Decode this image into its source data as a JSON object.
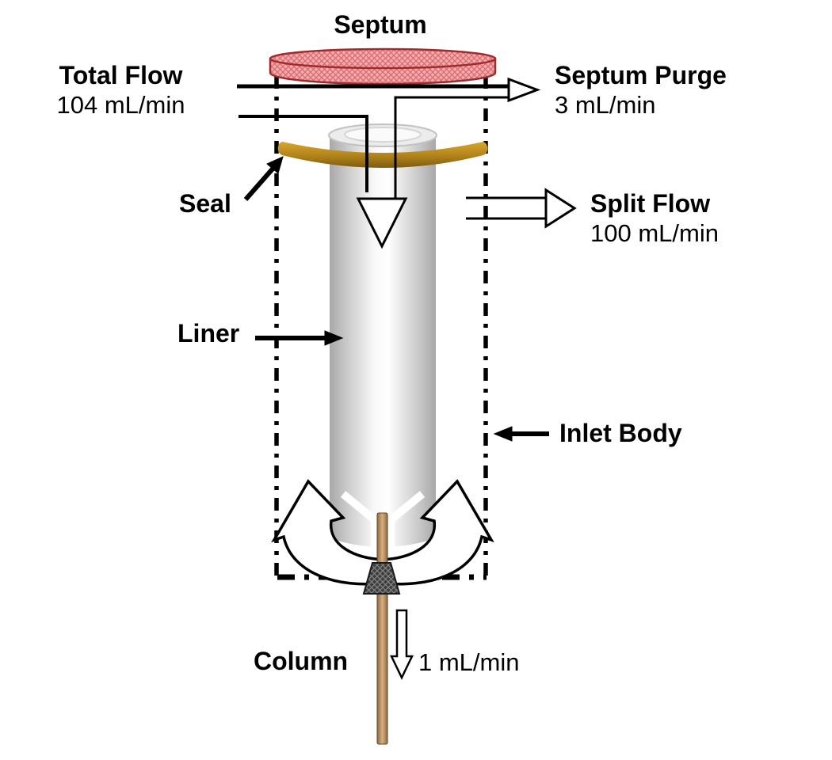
{
  "diagram": {
    "septum": {
      "label": "Septum"
    },
    "total_flow": {
      "label": "Total Flow",
      "value": "104 mL/min"
    },
    "septum_purge": {
      "label": "Septum Purge",
      "value": "3 mL/min"
    },
    "split_flow": {
      "label": "Split Flow",
      "value": "100 mL/min"
    },
    "seal": {
      "label": "Seal"
    },
    "liner": {
      "label": "Liner"
    },
    "inlet_body": {
      "label": "Inlet Body"
    },
    "column": {
      "label": "Column",
      "flow_value": "1 mL/min"
    }
  },
  "colors": {
    "background": "#ffffff",
    "line": "#000000",
    "septum_base": "#f5acae",
    "septum_hatch": "#d96b6f",
    "septum_border": "#9e2b2d",
    "seal_light": "#d8a62e",
    "seal_mid": "#b0821a",
    "seal_dark": "#7d5c10",
    "liner_edge": "#a8a8a8",
    "liner_mid": "#ffffff",
    "column_edge": "#8f6b45",
    "column_mid": "#d7af7e",
    "ferrule_base": "#3d3d3d",
    "ferrule_hatch": "#8a8a8a"
  }
}
